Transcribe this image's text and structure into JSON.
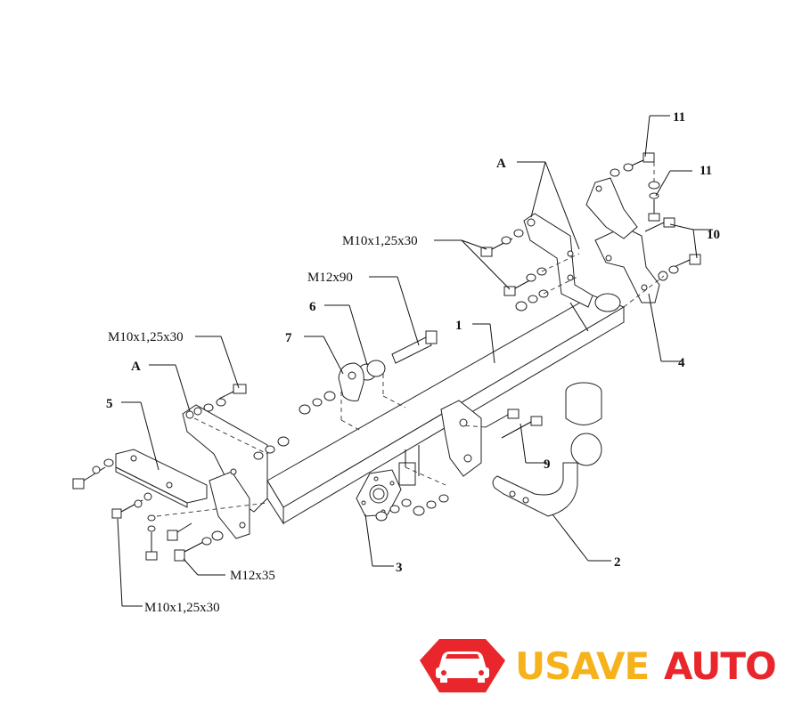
{
  "callouts": {
    "c1": "1",
    "c2": "2",
    "c3": "3",
    "c4": "4",
    "c5": "5",
    "c6": "6",
    "c7": "7",
    "c9": "9",
    "c10": "10",
    "c11a": "11",
    "c11b": "11",
    "a_left": "A",
    "a_right": "A"
  },
  "specs": {
    "bolt_top": "M10x1,25x30",
    "bolt_m12x90": "M12x90",
    "bolt_left_top": "M10x1,25x30",
    "bolt_m12x35": "M12x35",
    "bolt_left_bottom": "M10x1,25x30"
  },
  "logo": {
    "word_part1": "USAVE",
    "word_part2": "AUTO",
    "colors": {
      "part1": "#f5b21b",
      "part2": "#e8262b",
      "badge": "#e8262b"
    },
    "icon": "car-icon"
  }
}
